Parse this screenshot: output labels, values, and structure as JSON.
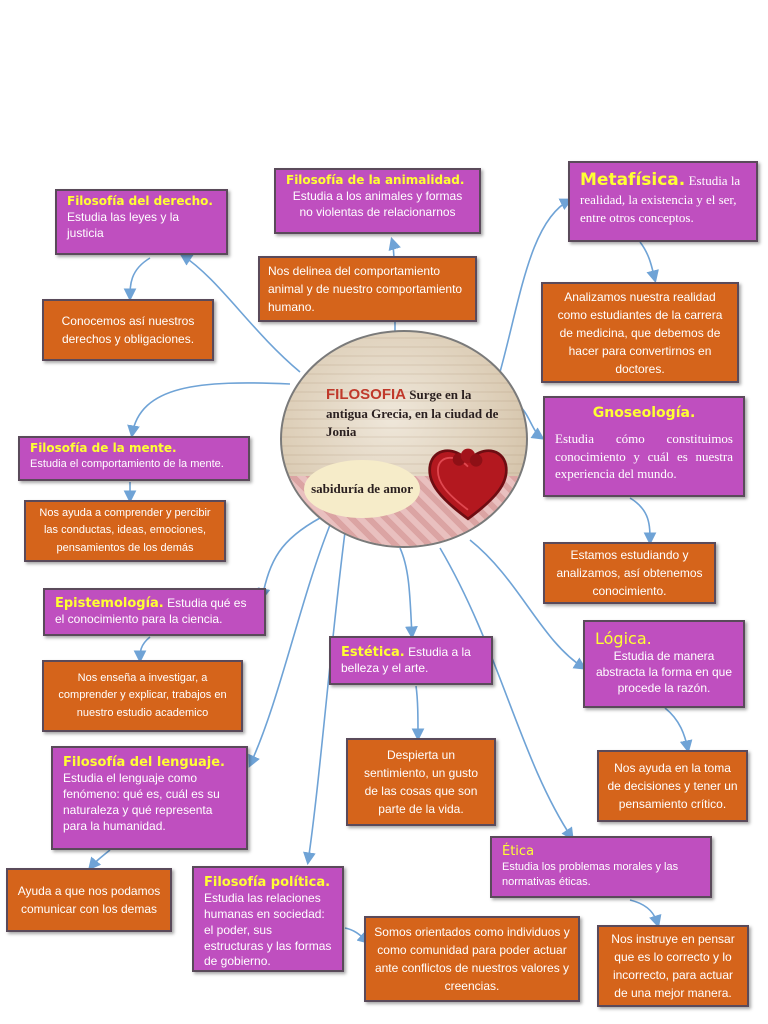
{
  "center": {
    "title": "FILOSOFIA",
    "text": "Surge en la antigua Grecia, en la ciudad de Jonia",
    "oval": "sabiduría de amor"
  },
  "derecho": {
    "title": "Filosofía del derecho.",
    "desc": "Estudia las leyes y la justicia",
    "note": "Conocemos así nuestros derechos y obligaciones."
  },
  "animalidad": {
    "title": "Filosofía de la animalidad.",
    "desc": "Estudia a los animales y formas no violentas de relacionarnos",
    "note": "Nos delinea del comportamiento animal y de nuestro comportamiento humano."
  },
  "metafisica": {
    "title": "Metafísica.",
    "desc": "Estudia la realidad, la existencia y el ser, entre otros conceptos.",
    "note": "Analizamos nuestra realidad como estudiantes de la carrera de medicina, que debemos de hacer para convertirnos en doctores."
  },
  "mente": {
    "title": "Filosofía de la mente.",
    "desc": "Estudia el comportamiento de la mente.",
    "note": "Nos ayuda a comprender y percibir las conductas, ideas, emociones, pensamientos de los demás"
  },
  "gnoseologia": {
    "title": "Gnoseología.",
    "desc": "Estudia cómo constituimos conocimiento y cuál es nuestra experiencia del mundo.",
    "note": "Estamos estudiando y analizamos, así obtenemos conocimiento."
  },
  "epistemologia": {
    "title": "Epistemología.",
    "desc": "Estudia qué es el conocimiento para la ciencia.",
    "note": "Nos enseña a investigar, a comprender y explicar, trabajos en nuestro estudio academico"
  },
  "estetica": {
    "title": "Estética.",
    "desc": "Estudia a la belleza y el arte.",
    "note": "Despierta un sentimiento, un gusto de las cosas que son parte de la vida."
  },
  "logica": {
    "title": "Lógica.",
    "desc": "Estudia de manera abstracta la forma en que procede la razón.",
    "note": "Nos ayuda en la toma de decisiones y tener un pensamiento crítico."
  },
  "lenguaje": {
    "title": "Filosofía del lenguaje.",
    "desc": "Estudia el lenguaje como fenómeno: qué es, cuál es su naturaleza y qué representa para la humanidad.",
    "note": "Ayuda a que nos podamos comunicar con los demas"
  },
  "etica": {
    "title": "Ética",
    "desc": "Estudia los problemas morales y las normativas éticas.",
    "note": "Nos instruye en pensar que es lo correcto y lo incorrecto, para actuar de una mejor manera."
  },
  "politica": {
    "title": "Filosofía política.",
    "desc": "Estudia las relaciones humanas en sociedad: el poder, sus estructuras y las formas de gobierno.",
    "note": "Somos orientados como individuos y como comunidad para poder actuar ante conflictos de nuestros valores y creencias."
  },
  "colors": {
    "topic_box": "#bf4fbf",
    "note_box": "#d5641b",
    "title_text": "#ffff33",
    "connector": "#6fa3d6"
  }
}
